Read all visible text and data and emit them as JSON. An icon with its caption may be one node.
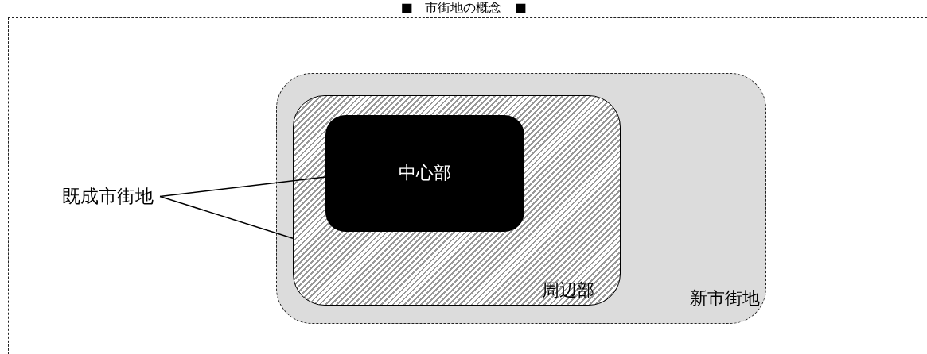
{
  "diagram": {
    "title": "■　市街地の概念　■",
    "nodes": [
      {
        "text": [
          "新市街地"
        ]
      },
      {
        "text": [
          "周辺部"
        ],
        "in": 0
      },
      {
        "text": [
          "中心部"
        ],
        "in": 1
      },
      {
        "text": [
          "既成市街地"
        ]
      }
    ],
    "edges": [
      {
        "from": 3,
        "to": 2,
        "arrow": "none"
      },
      {
        "from": 3,
        "to": 1,
        "arrow": "none"
      }
    ]
  }
}
